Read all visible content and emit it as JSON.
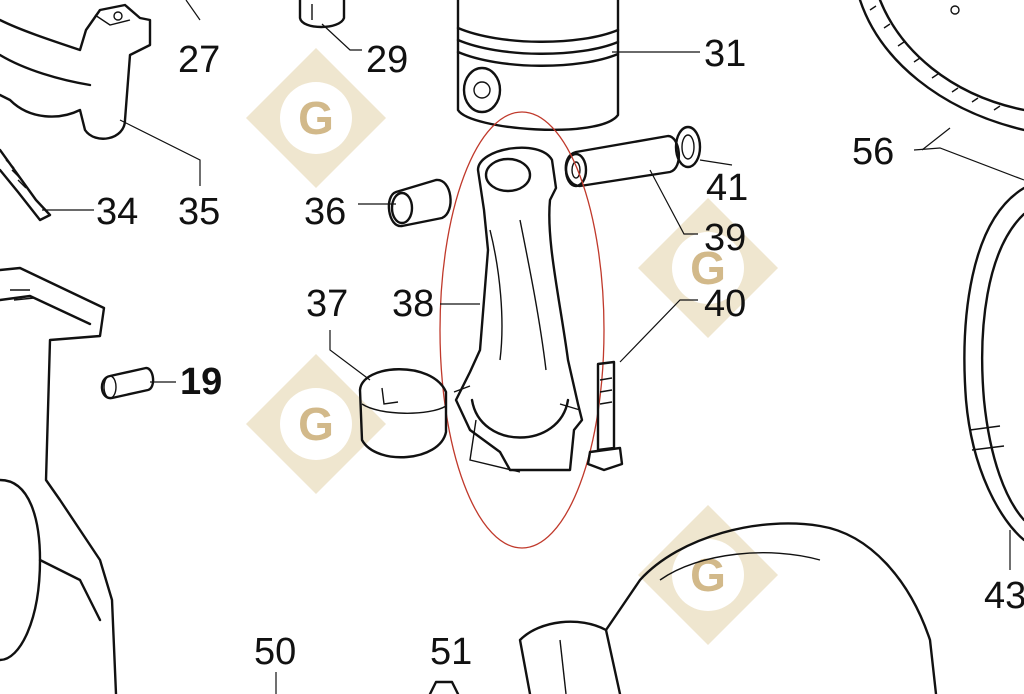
{
  "diagram": {
    "labels": [
      {
        "id": "27",
        "text": "27"
      },
      {
        "id": "29",
        "text": "29"
      },
      {
        "id": "31",
        "text": "31"
      },
      {
        "id": "56",
        "text": "56"
      },
      {
        "id": "34",
        "text": "34"
      },
      {
        "id": "35",
        "text": "35"
      },
      {
        "id": "36",
        "text": "36"
      },
      {
        "id": "41",
        "text": "41"
      },
      {
        "id": "39",
        "text": "39"
      },
      {
        "id": "37",
        "text": "37"
      },
      {
        "id": "38",
        "text": "38"
      },
      {
        "id": "40",
        "text": "40"
      },
      {
        "id": "19",
        "text": "19"
      },
      {
        "id": "43",
        "text": "43"
      },
      {
        "id": "50",
        "text": "50"
      },
      {
        "id": "51",
        "text": "51"
      }
    ],
    "highlighted_part": "38",
    "highlight_color": "#c0392b",
    "watermark": {
      "letter": "G",
      "color": "#d2b98a"
    }
  }
}
